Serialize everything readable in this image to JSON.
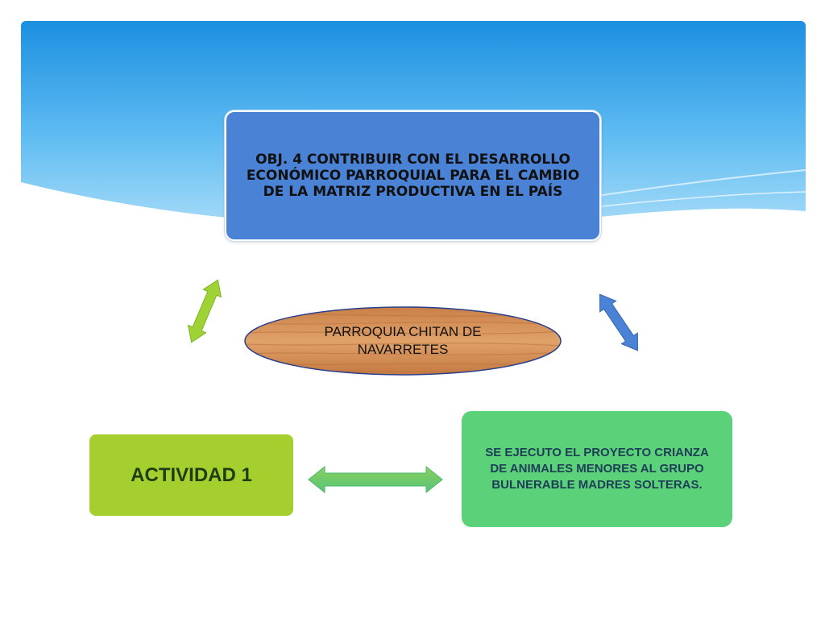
{
  "colors": {
    "banner_sky": "#1c8fe0",
    "objective_box": "#4a82d5",
    "activity_box": "#a5cf2e",
    "project_box": "#5bd27a",
    "ellipse_wood": "#d9935a",
    "arrow_green_light": "#9fd234",
    "arrow_blue": "#4a82d5",
    "arrow_green": "#5bd27a"
  },
  "nodes": {
    "objective": "OBJ. 4 CONTRIBUIR CON EL DESARROLLO ECONÓMICO PARROQUIAL PARA EL CAMBIO DE LA MATRIZ PRODUCTIVA EN EL PAÍS",
    "center": "PARROQUIA CHITAN DE NAVARRETES",
    "activity": "ACTIVIDAD 1",
    "project": "SE EJECUTO EL PROYECTO CRIANZA DE ANIMALES MENORES AL GRUPO BULNERABLE MADRES SOLTERAS."
  },
  "connections": [
    {
      "from": "activity",
      "to": "objective",
      "color": "arrow_green_light"
    },
    {
      "from": "objective",
      "to": "project",
      "color": "arrow_blue"
    },
    {
      "from": "activity",
      "to": "project",
      "color": "arrow_green"
    }
  ]
}
